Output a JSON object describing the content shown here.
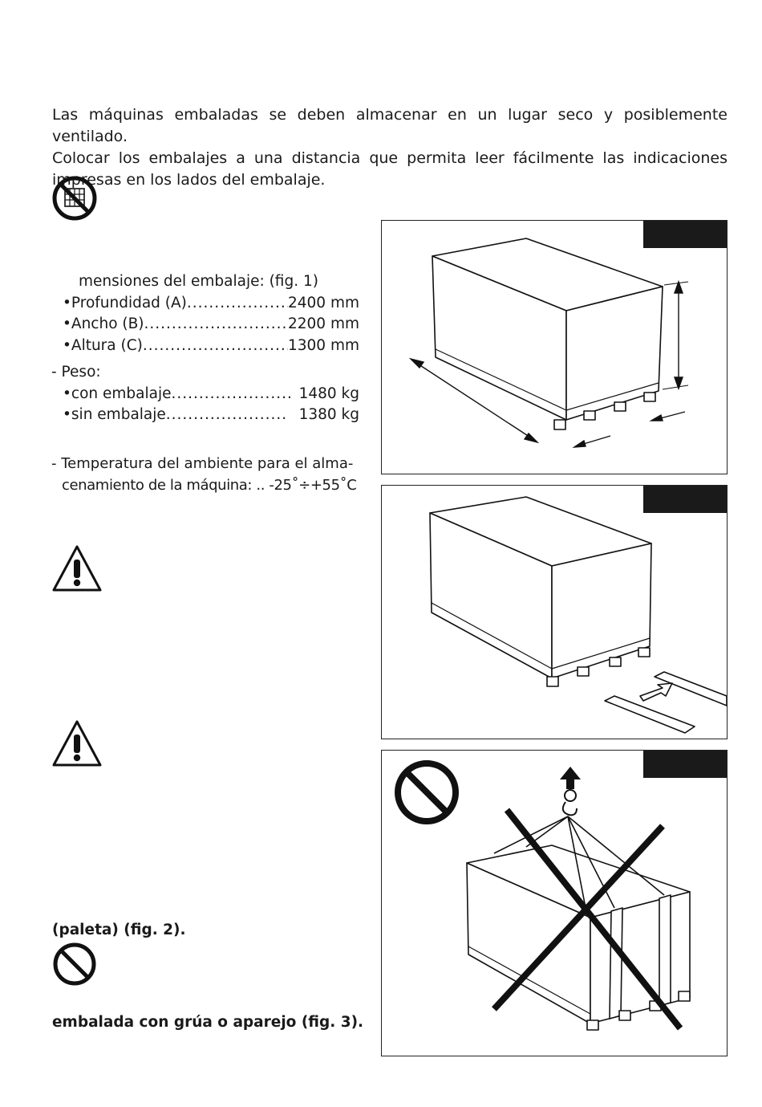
{
  "intro": {
    "line1": "Las máquinas embaladas se deben almacenar en un lugar seco y posiblemente ventilado.",
    "line2": "Colocar los embalajes a una distancia que permita leer fácilmente las indicaciones impresas en los lados del embalaje."
  },
  "dimensions": {
    "heading": "mensiones del embalaje: (fig. 1)",
    "items": [
      {
        "label": "•Profundidad (A)",
        "dots": "...................",
        "value": "2400 mm"
      },
      {
        "label": "•Ancho (B)",
        "dots": "..............................",
        "value": "2200 mm"
      },
      {
        "label": "•Altura (C)",
        "dots": "..............................",
        "value": "1300 mm"
      }
    ]
  },
  "weight": {
    "heading": "- Peso:",
    "items": [
      {
        "label": "•con embalaje",
        "dots": "......................",
        "value": "1480 kg"
      },
      {
        "label": "•sin embalaje",
        "dots": "......................",
        "value": "1380 kg"
      }
    ]
  },
  "temperature": {
    "line1": "- Temperatura del ambiente para el alma-",
    "line2": "cenamiento de la máquina: .. -25˚÷+55˚C"
  },
  "notes": {
    "pallet": "(paleta) (fig. 2).",
    "crane": "embalada con grúa o aparejo (fig. 3)."
  },
  "icons": {
    "no_stacking": "no-stacking-icon",
    "warning": "warning-triangle-icon",
    "prohibited": "prohibited-icon"
  }
}
